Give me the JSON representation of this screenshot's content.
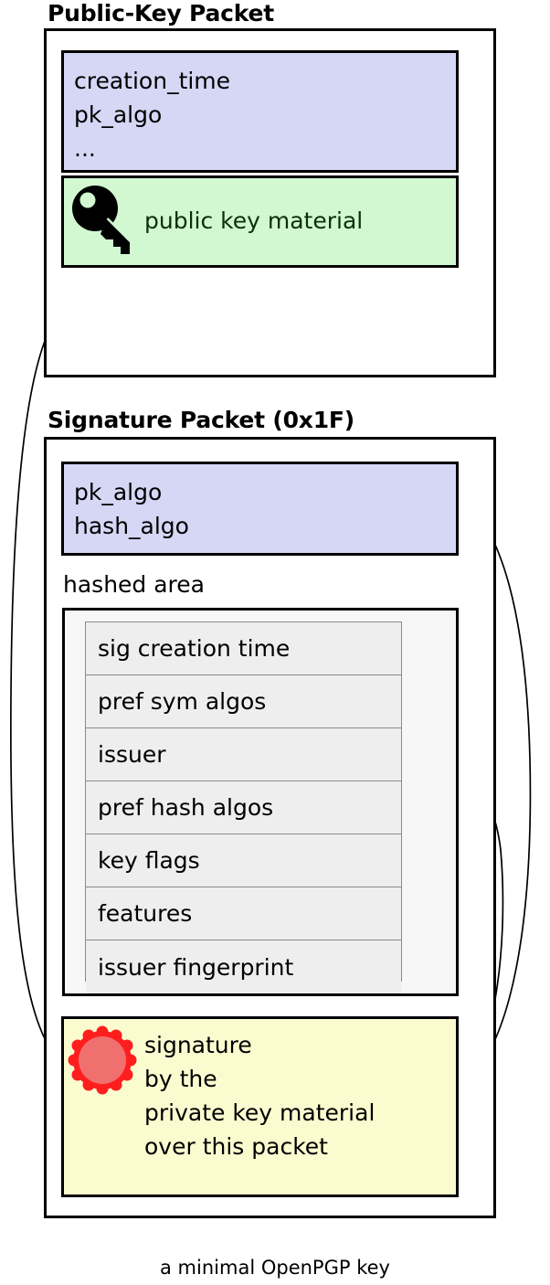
{
  "figure": {
    "caption": "a minimal OpenPGP key"
  },
  "public_key_packet": {
    "title": "Public-Key Packet",
    "header_fields": {
      "line1": "creation_time",
      "line2": "pk_algo",
      "line3": "..."
    },
    "key_material": {
      "icon": "key-icon",
      "label": "public key material"
    }
  },
  "signature_packet": {
    "title": "Signature Packet (0x1F)",
    "algo_fields": {
      "line1": "pk_algo",
      "line2": "hash_algo"
    },
    "hashed_area": {
      "label": "hashed area",
      "subpackets": [
        "sig creation time",
        "pref sym algos",
        "issuer",
        "pref hash algos",
        "key flags",
        "features",
        "issuer fingerprint"
      ]
    },
    "signature_block": {
      "icon": "wax-seal-icon",
      "line1": "signature",
      "line2": "by the",
      "line3": "private key material",
      "line4": "over this packet"
    }
  },
  "colors": {
    "header_fill": "#d6d6f5",
    "key_material_fill": "#d2f8d2",
    "signature_fill": "#fbfbd0",
    "hashed_area_fill": "#f7f7f7",
    "subpacket_fill": "#eeeeee",
    "seal_outer": "#ff1e1e",
    "seal_inner": "#f07070",
    "stroke": "#000000"
  }
}
